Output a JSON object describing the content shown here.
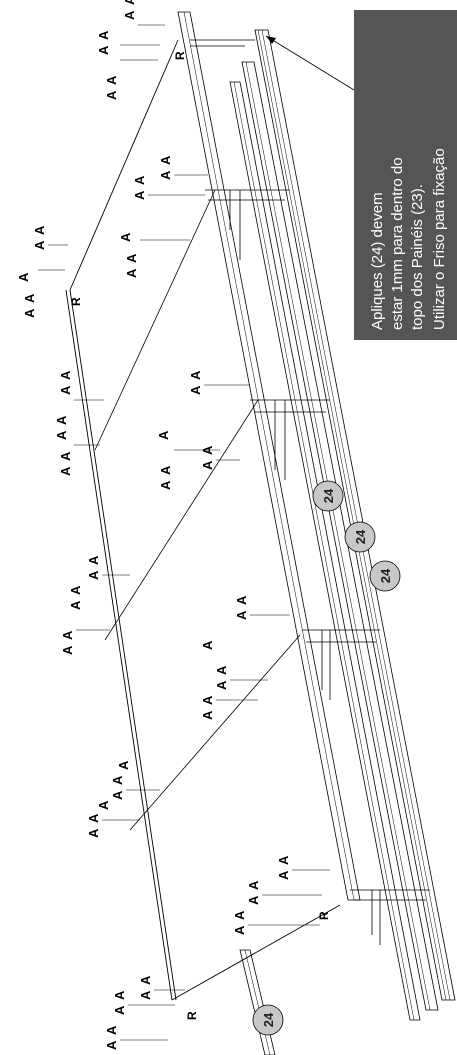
{
  "note": {
    "lines": [
      "Apliques (24) devem",
      "estar 1mm para dentro do",
      "topo dos Painéis (23).",
      "Utilizar o Friso para fixação"
    ],
    "background": "#555555",
    "text_color": "#ffffff"
  },
  "labels": {
    "hardware": "A",
    "rail": "R",
    "part": "24"
  },
  "callouts": [
    "24",
    "24",
    "24",
    "24"
  ],
  "colors": {
    "line": "#000000",
    "callout_fill": "#c8c8c8"
  }
}
